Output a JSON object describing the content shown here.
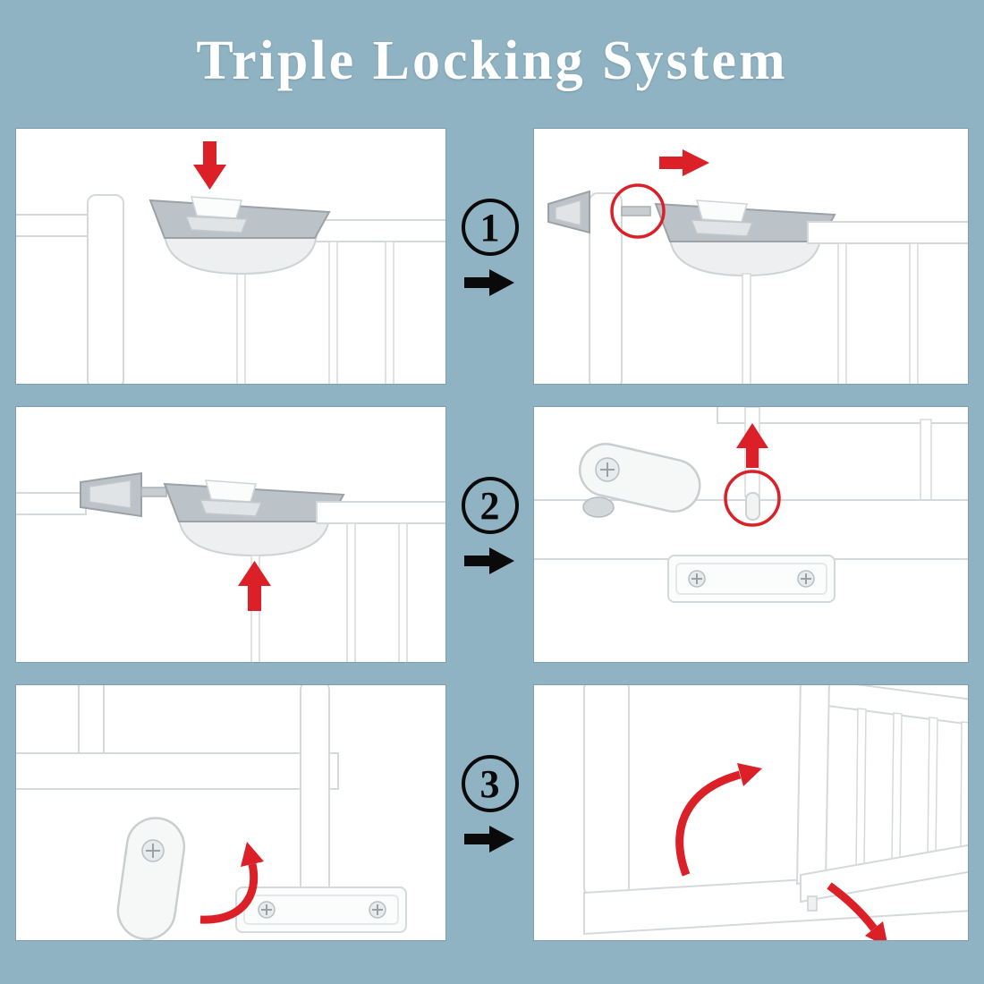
{
  "page": {
    "title": "Triple Locking System",
    "background_color": "#8fb3c2",
    "accent_red": "#dc2027",
    "arrow_black": "#0a0a0a",
    "panel_background": "#ffffff"
  },
  "steps": [
    {
      "number": "1",
      "left_panel": "press-top-lock-button-down",
      "right_panel": "slide-top-lock-outward",
      "icons": [
        "red-arrow-down-icon",
        "red-arrow-right-icon",
        "red-circle-highlight",
        "black-arrow-right-icon"
      ]
    },
    {
      "number": "2",
      "left_panel": "lift-top-lock-up",
      "right_panel": "bottom-pin-releases",
      "icons": [
        "red-arrow-up-icon",
        "red-circle-highlight",
        "black-arrow-right-icon"
      ]
    },
    {
      "number": "3",
      "left_panel": "rotate-bottom-knob",
      "right_panel": "gate-swings-open",
      "icons": [
        "red-curved-arrow-icon",
        "black-arrow-right-icon"
      ]
    }
  ]
}
